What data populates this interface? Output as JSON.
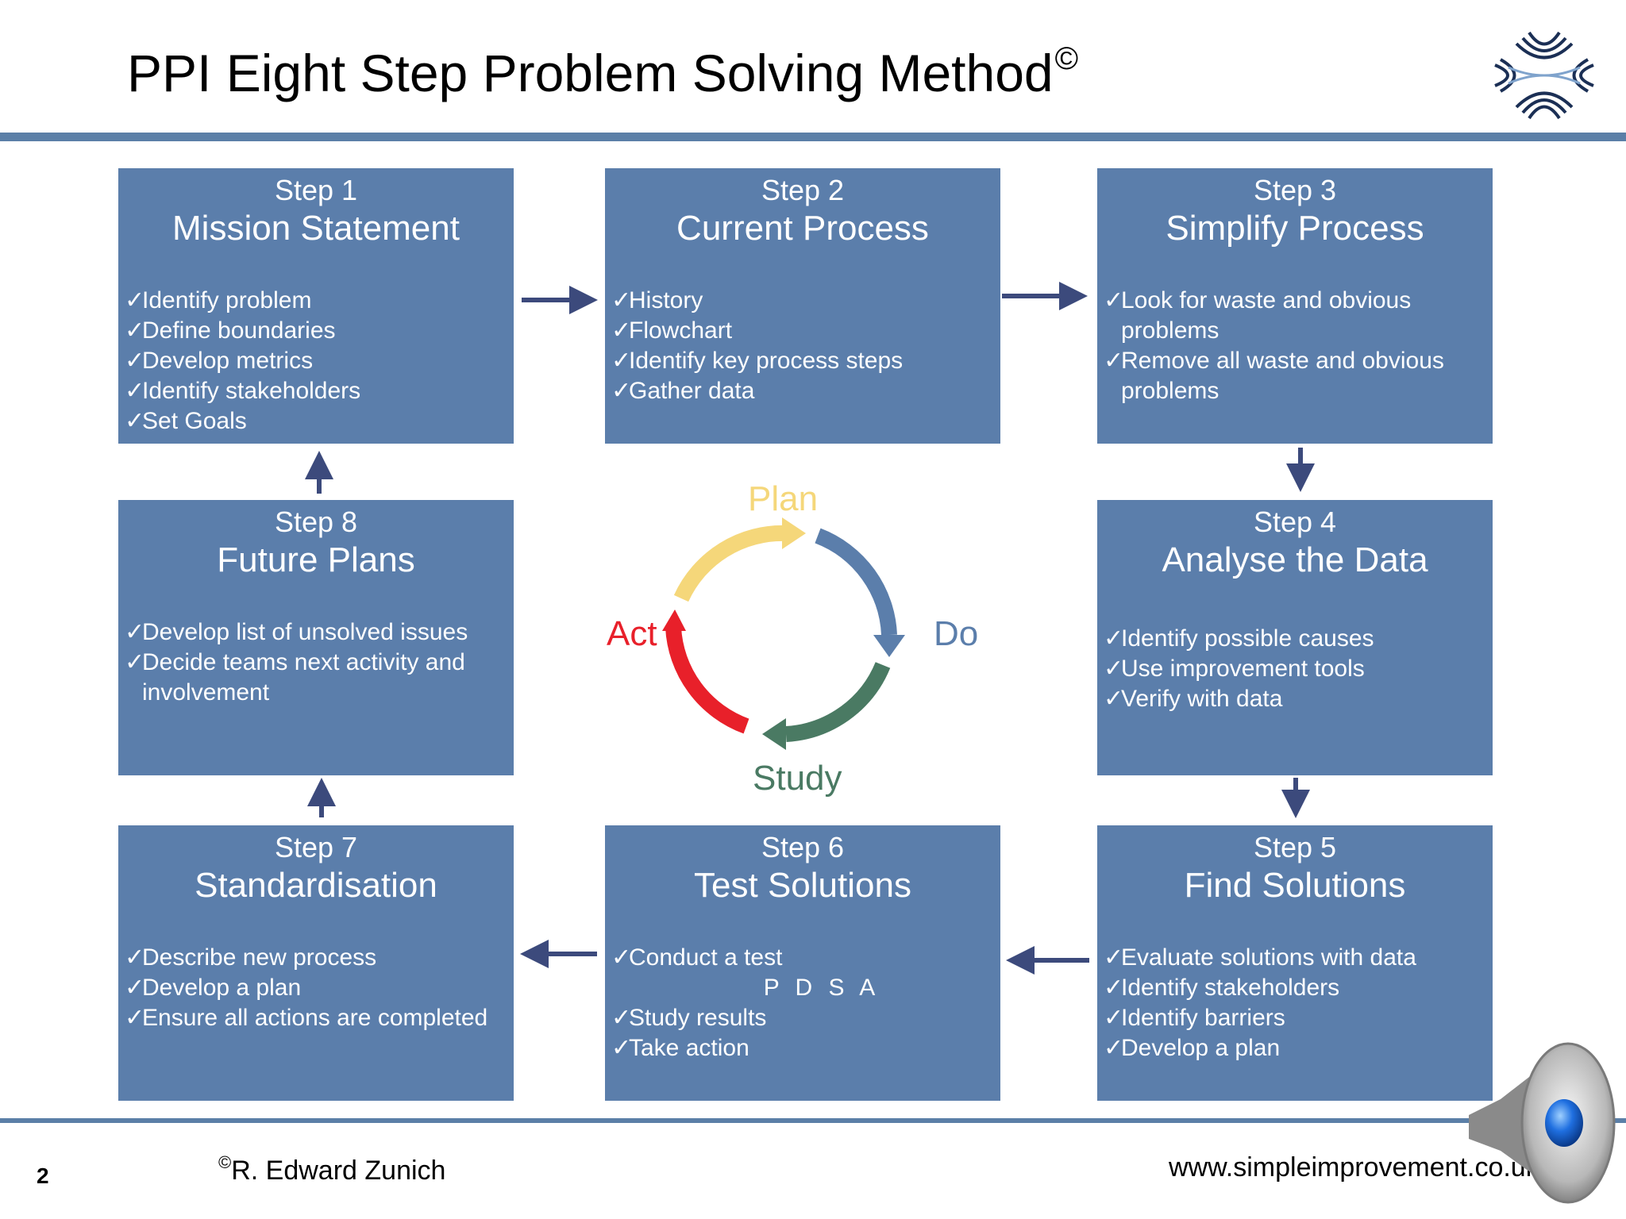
{
  "slide": {
    "title": "PPI Eight Step Problem Solving Method",
    "title_mark": "©",
    "page_number": "2",
    "footer_copyright_mark": "©",
    "footer_author": "R. Edward Zunich",
    "footer_url": "www.simpleimprovement.co.uk"
  },
  "steps": {
    "s1": {
      "number": "Step 1",
      "name": "Mission Statement",
      "items": [
        "Identify problem",
        "Define boundaries",
        "Develop metrics",
        "Identify stakeholders",
        "Set Goals"
      ]
    },
    "s2": {
      "number": "Step 2",
      "name": "Current Process",
      "items": [
        "History",
        "Flowchart",
        "Identify key process steps",
        "Gather data"
      ]
    },
    "s3": {
      "number": "Step 3",
      "name": "Simplify Process",
      "items": [
        "Look for waste and obvious",
        "problems",
        "Remove all waste and obvious",
        "problems"
      ]
    },
    "s4": {
      "number": "Step 4",
      "name": "Analyse the Data",
      "items": [
        "Identify possible causes",
        "Use improvement tools",
        "Verify with data"
      ]
    },
    "s5": {
      "number": "Step 5",
      "name": "Find Solutions",
      "items": [
        "Evaluate solutions with data",
        "Identify stakeholders",
        "Identify barriers",
        "Develop a plan"
      ]
    },
    "s6": {
      "number": "Step 6",
      "name": "Test Solutions",
      "items": [
        "Conduct a test",
        "P D S A",
        "Study results",
        "Take action"
      ]
    },
    "s7": {
      "number": "Step 7",
      "name": "Standardisation",
      "items": [
        "Describe new process",
        "Develop a plan",
        "Ensure all actions are completed"
      ]
    },
    "s8": {
      "number": "Step 8",
      "name": "Future Plans",
      "items": [
        "Develop list of unsolved issues",
        "Decide teams next activity and",
        "involvement"
      ]
    }
  },
  "check_mark": "✓",
  "cycle": {
    "plan": "Plan",
    "do": "Do",
    "study": "Study",
    "act": "Act",
    "colors": {
      "plan": "#f5d77a",
      "do": "#5b7eab",
      "study": "#4a7a63",
      "act": "#e8202a"
    }
  },
  "colors": {
    "box": "#5b7eab",
    "rule": "#5b7fa7",
    "arrow": "#3c4a7c"
  }
}
